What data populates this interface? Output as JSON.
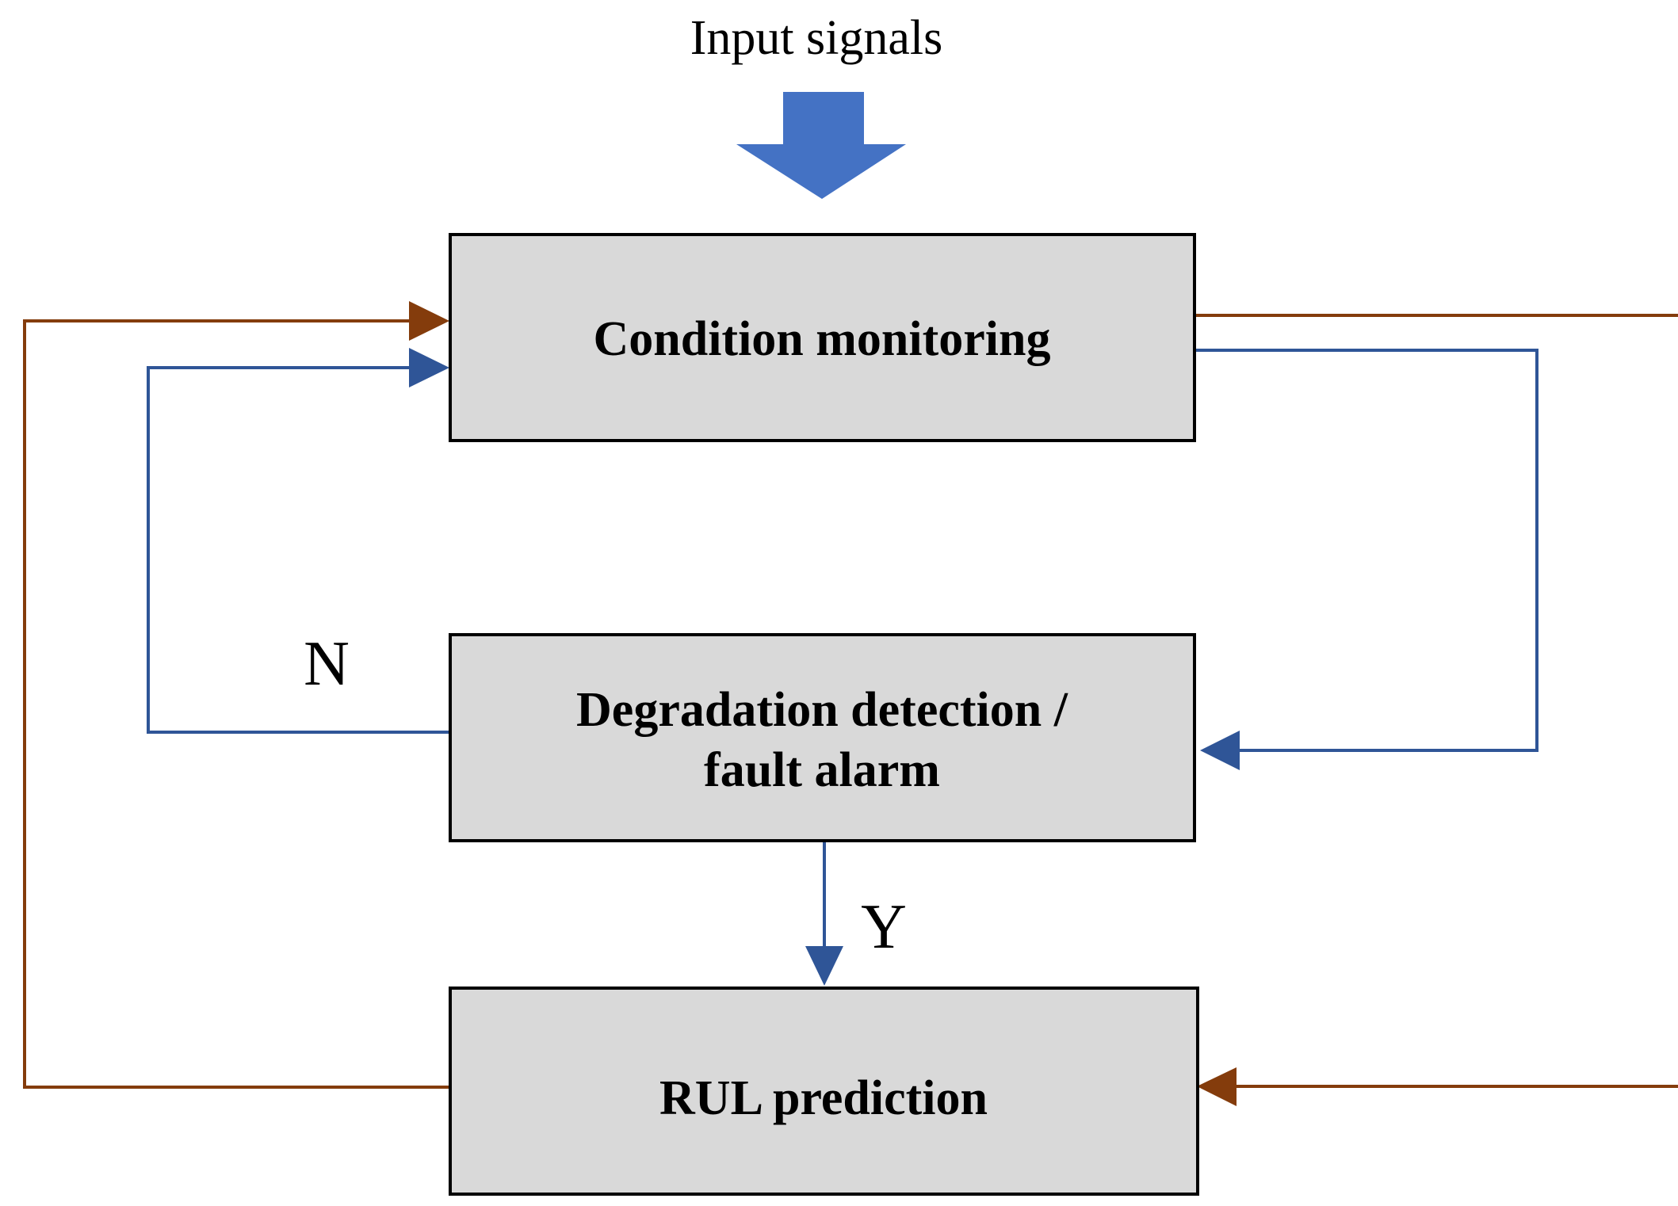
{
  "input": {
    "label": "Input signals"
  },
  "boxes": {
    "condition_monitoring": {
      "label": "Condition monitoring"
    },
    "degradation_detection": {
      "line1": "Degradation detection /",
      "line2": "fault alarm"
    },
    "rul_prediction": {
      "label": "RUL prediction"
    }
  },
  "branches": {
    "no": "N",
    "yes": "Y"
  },
  "colors": {
    "box_fill": "#d9d9d9",
    "box_border": "#000000",
    "input_arrow": "#4472c4",
    "blue_flow": "#2f5597",
    "brown_flow": "#843c0c"
  }
}
